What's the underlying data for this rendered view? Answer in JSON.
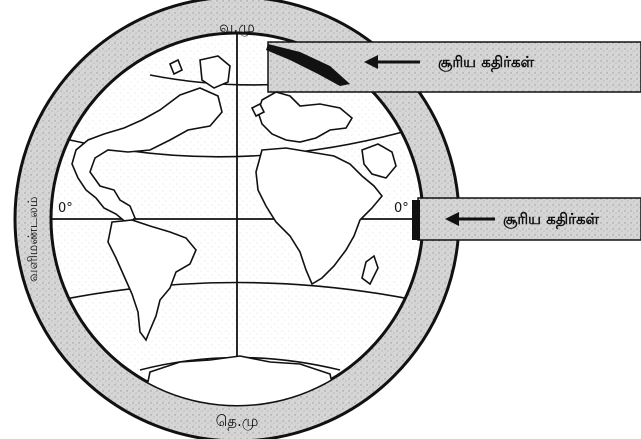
{
  "labels": {
    "north_pole": "வ.மு",
    "south_pole": "தெ.மு",
    "atmosphere": "வளிமண்டலம்",
    "degree_left": "0°",
    "degree_right": "0°"
  },
  "rays": [
    {
      "text": "சூரிய கதிர்கள்"
    },
    {
      "text": "சூரிய கதிர்கள்"
    }
  ],
  "colors": {
    "ink": "#111111",
    "atmosphere_fill": "#d9d9d9",
    "ray_fill": "#bfbfbf",
    "globe_fill": "#ffffff"
  }
}
